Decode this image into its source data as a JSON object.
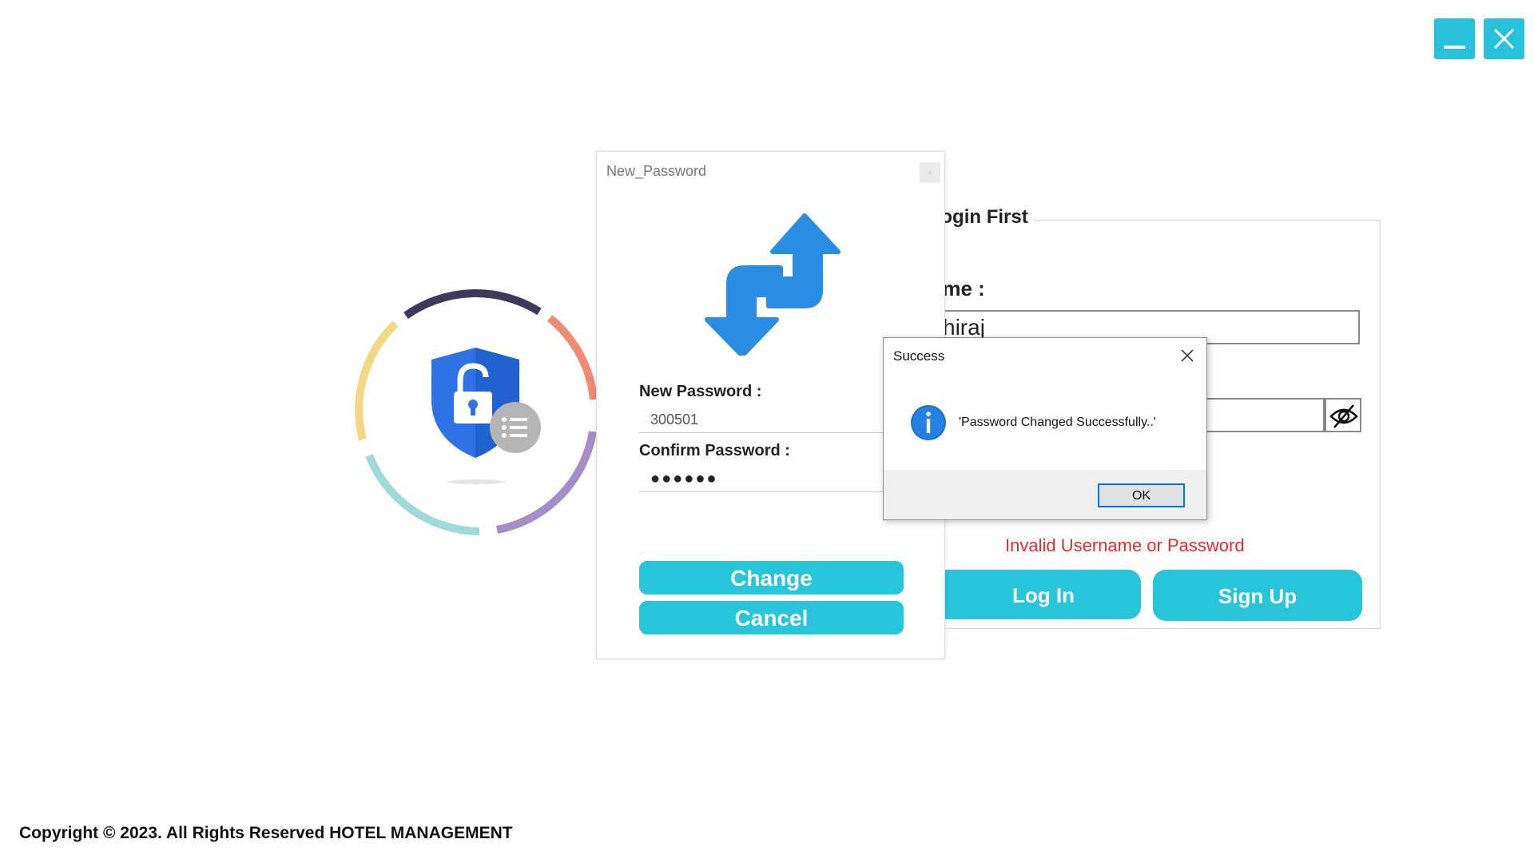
{
  "window_controls": {
    "minimize_icon": "minimize-icon",
    "close_icon": "close-icon",
    "accent": "#27c1dc"
  },
  "login": {
    "title": "ase Login First",
    "username_label": "sername :",
    "username_value": "hiraj",
    "error_message": "Invalid Username or Password",
    "login_label": "Log In",
    "signup_label": "Sign Up",
    "eye_icon": "eye-slash-icon"
  },
  "new_password_dialog": {
    "title": "New_Password",
    "close_glyph": "×",
    "icon": "swap-arrows-icon",
    "new_password_label": "New Password :",
    "new_password_value": "300501",
    "confirm_password_label": "Confirm Password :",
    "confirm_password_value": "●●●●●●",
    "change_label": "Change",
    "cancel_label": "Cancel"
  },
  "success_dialog": {
    "title": "Success",
    "message": "'Password Changed Successfully..'",
    "ok_label": "OK",
    "info_icon": "info-icon"
  },
  "footer": {
    "copyright": "Copyright © 2023. All Rights Reserved HOTEL MANAGEMENT"
  }
}
